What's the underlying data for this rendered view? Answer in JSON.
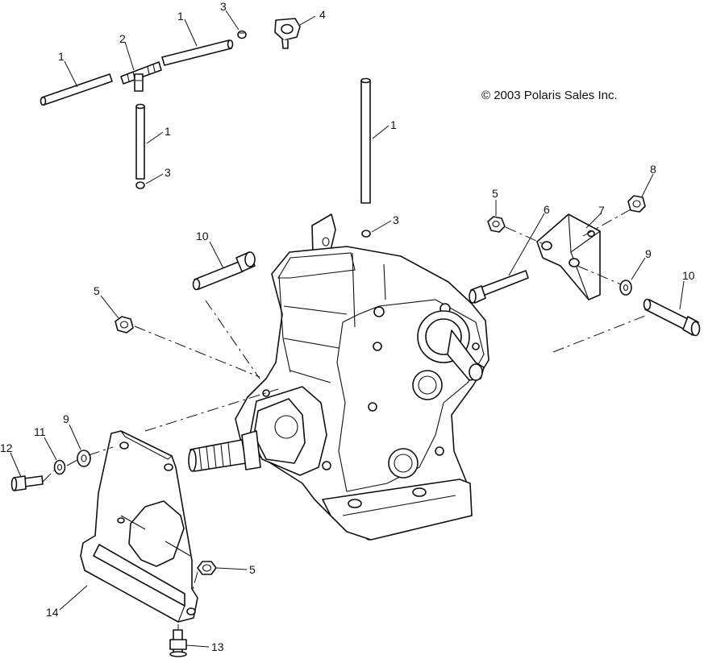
{
  "copyright": "© 2003 Polaris Sales Inc.",
  "callouts": [
    {
      "key": "c1a",
      "label": "1"
    },
    {
      "key": "c1b",
      "label": "1"
    },
    {
      "key": "c1c",
      "label": "1"
    },
    {
      "key": "c1d",
      "label": "1"
    },
    {
      "key": "c2",
      "label": "2"
    },
    {
      "key": "c3a",
      "label": "3"
    },
    {
      "key": "c3b",
      "label": "3"
    },
    {
      "key": "c3c",
      "label": "3"
    },
    {
      "key": "c4",
      "label": "4"
    },
    {
      "key": "c5a",
      "label": "5"
    },
    {
      "key": "c5b",
      "label": "5"
    },
    {
      "key": "c5c",
      "label": "5"
    },
    {
      "key": "c6",
      "label": "6"
    },
    {
      "key": "c7",
      "label": "7"
    },
    {
      "key": "c8",
      "label": "8"
    },
    {
      "key": "c9a",
      "label": "9"
    },
    {
      "key": "c9b",
      "label": "9"
    },
    {
      "key": "c10a",
      "label": "10"
    },
    {
      "key": "c10b",
      "label": "10"
    },
    {
      "key": "c11",
      "label": "11"
    },
    {
      "key": "c12",
      "label": "12"
    },
    {
      "key": "c13",
      "label": "13"
    },
    {
      "key": "c14",
      "label": "14"
    }
  ]
}
